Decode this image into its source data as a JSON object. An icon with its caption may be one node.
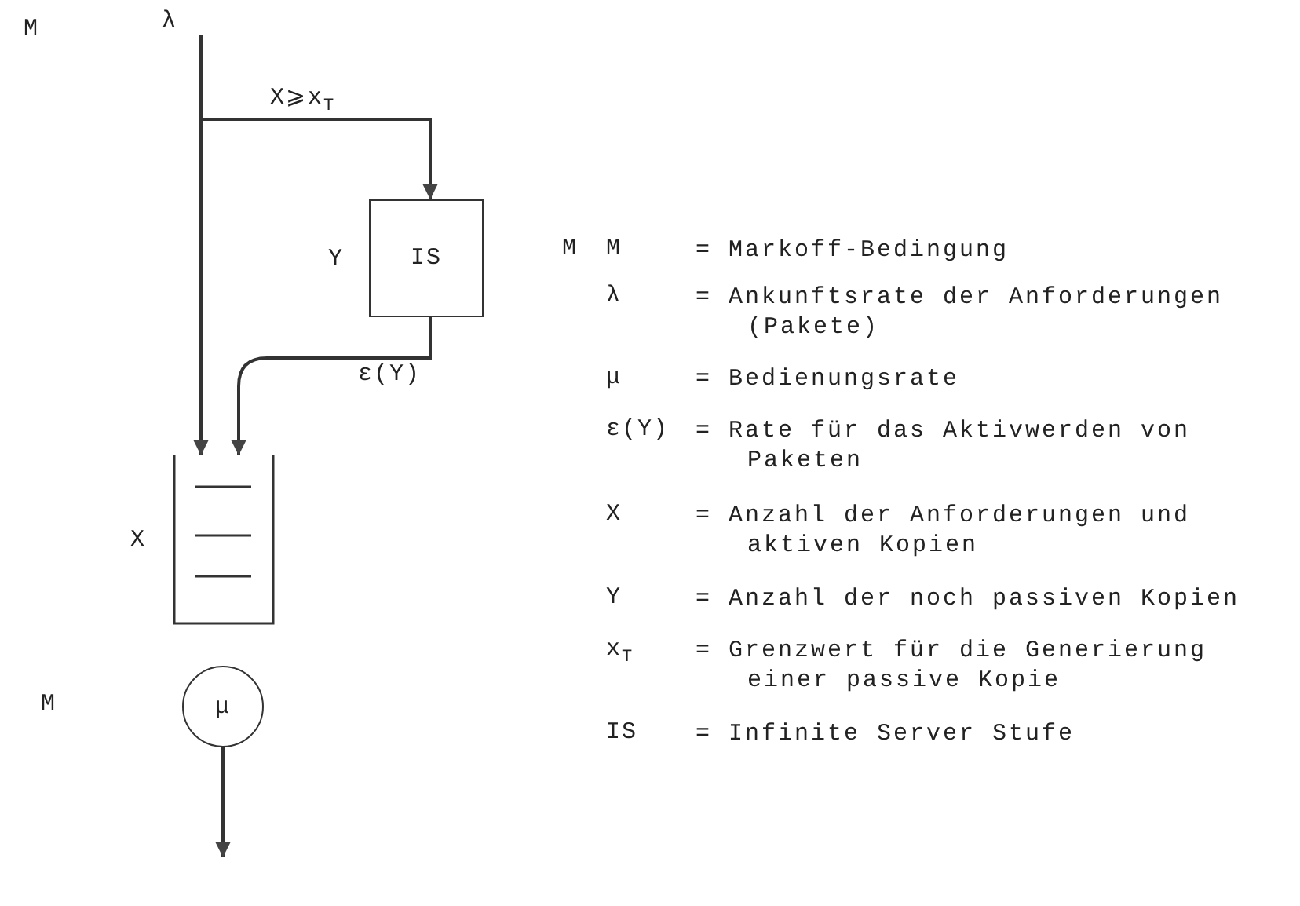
{
  "diagram": {
    "nodes": [
      {
        "text": [
          "IS"
        ],
        "beside": [
          "Y"
        ]
      },
      {
        "text": [],
        "shape": "box",
        "beside": [
          "X"
        ]
      },
      {
        "text": [
          "μ"
        ]
      }
    ],
    "edges": [
      {
        "from": null,
        "to": 1,
        "arrow": "to"
      },
      {
        "from": null,
        "to": 0,
        "arrow": "to",
        "label": "X⩾x$_{T}$"
      },
      {
        "from": 0,
        "to": 1,
        "arrow": "to",
        "label": "ε(Y)"
      },
      {
        "from": 2,
        "to": null,
        "arrow": "to"
      }
    ],
    "labels": [
      "M",
      "λ",
      "M",
      "M",
      "M",
      "= Markoff-Bedingung",
      "λ",
      "= Ankunftsrate der Anforderungen (Pakete)",
      "μ",
      "= Bedienungsrate",
      "ε(Y)",
      "= Rate für das Aktivwerden von Paketen",
      "X",
      "= Anzahl der Anforderungen und aktiven Kopien",
      "Y",
      "= Anzahl der noch passiven Kopien",
      "x$_{T}$",
      "= Grenzwert für die Generierung einer passive Kopie",
      "IS",
      "= Infinite Server Stufe"
    ]
  }
}
